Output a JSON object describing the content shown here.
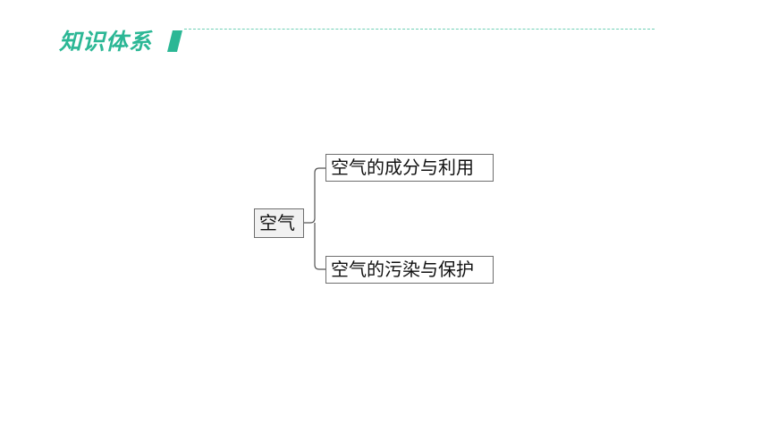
{
  "header": {
    "title": "知识体系"
  },
  "diagram": {
    "root": {
      "label": "空气"
    },
    "children": [
      {
        "label": "空气的成分与利用"
      },
      {
        "label": "空气的污染与保护"
      }
    ]
  },
  "colors": {
    "accent": "#2bb795",
    "divider": "#6fd0b6",
    "node_border": "#6e6e6e",
    "root_fill": "#f1f1f1",
    "connector": "#555555"
  }
}
